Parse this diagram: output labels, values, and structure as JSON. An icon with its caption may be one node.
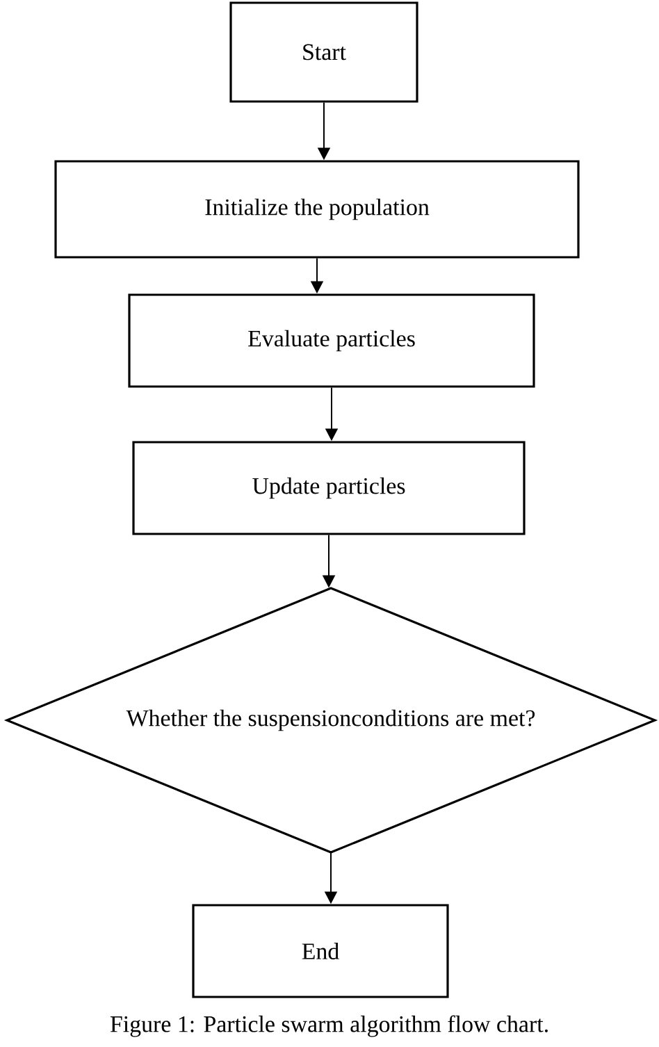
{
  "diagram": {
    "caption": "Figure 1: Particle swarm algorithm flow chart.",
    "nodes": [
      {
        "text": [
          "Start"
        ]
      },
      {
        "text": [
          "Initialize the population"
        ]
      },
      {
        "text": [
          "Evaluate particles"
        ]
      },
      {
        "text": [
          "Update particles"
        ]
      },
      {
        "text": [
          "Whether the suspensionconditions are met?"
        ]
      },
      {
        "text": [
          "End"
        ]
      }
    ],
    "edges": [
      {
        "from": 0,
        "to": 1,
        "arrow": "to"
      },
      {
        "from": 1,
        "to": 2,
        "arrow": "to"
      },
      {
        "from": 2,
        "to": 3,
        "arrow": "to"
      },
      {
        "from": 3,
        "to": 4,
        "arrow": "to"
      },
      {
        "from": 4,
        "to": 5,
        "arrow": "to"
      }
    ]
  }
}
